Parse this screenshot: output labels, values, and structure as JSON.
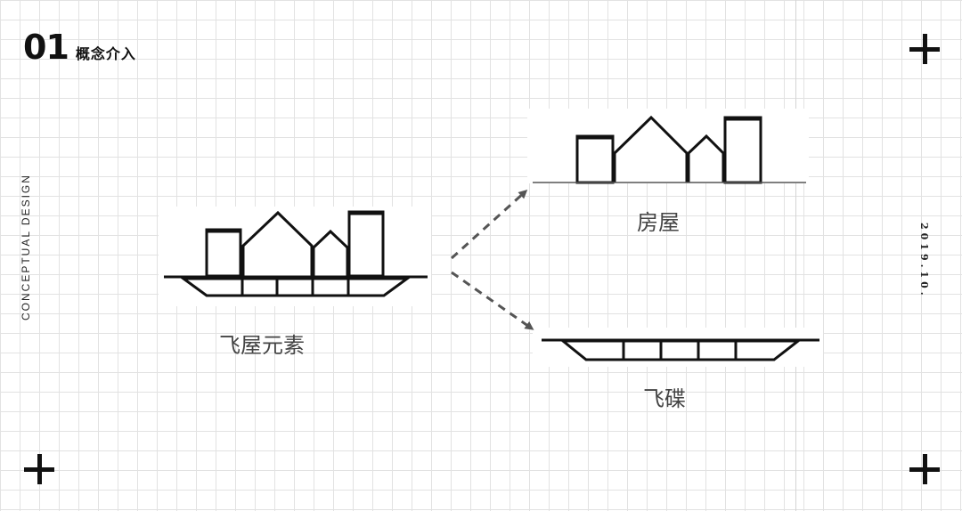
{
  "header": {
    "number": "01",
    "title": "概念介入"
  },
  "side": {
    "left": "CONCEPTUAL DESIGN",
    "right": "2019.10."
  },
  "labels": {
    "source": "飞屋元素",
    "house": "房屋",
    "saucer": "飞碟"
  },
  "colors": {
    "ink": "#111111",
    "arrow": "#555555",
    "grid": "#e2e2e2"
  }
}
